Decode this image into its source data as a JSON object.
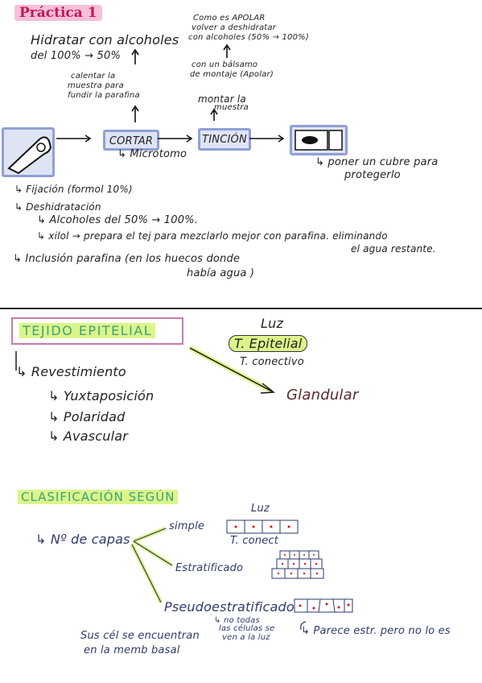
{
  "practica": {
    "title": "Práctica 1",
    "hidratar_1": "Hidratar con alcoholes",
    "hidratar_2": "del 100% → 50%",
    "calentar_1": "calentar la",
    "calentar_2": "muestra para",
    "calentar_3": "fundir la parafina",
    "como_1": "Como es APOLAR",
    "como_2": "volver a deshidratar",
    "como_3": "con alcoholes (50% → 100%)",
    "balsamo_1": "con un bálsamo",
    "balsamo_2": "de montaje (Apolar)",
    "montar_1": "montar la",
    "montar_2": "muestra",
    "cortar": "CORTAR",
    "tincion": "TINCIÓN",
    "microtomo": "↳ Microtomo",
    "cubre_1": "↳ poner un cubre para",
    "cubre_2": "protegerlo",
    "fijacion": "↳ Fijación (formol 10%)",
    "deshidratacion": "↳ Deshidratación",
    "alcoholes": "↳ Alcoholes  del 50% → 100%.",
    "xilol_1": "↳ xilol → prepara el tej para mezclarlo mejor con parafina. eliminando",
    "xilol_2": "el agua restante.",
    "inclusion_1": "↳ Inclusión parafina (en los huecos donde",
    "inclusion_2": "había agua )"
  },
  "epitelial": {
    "title": "TEJIDO EPITELIAL",
    "luz": "Luz",
    "t_epitelial": "T. Epitelial",
    "t_conectivo": "T. conectivo",
    "revestimiento": "↳ Revestimiento",
    "yuxtaposicion": "↳ Yuxtaposición",
    "polaridad": "↳ Polaridad",
    "avascular": "↳ Avascular",
    "glandular": "Glandular"
  },
  "clasificacion": {
    "title": "CLASIFICACIÓN SEGÚN",
    "capas": "↳ Nº de capas",
    "simple": "simple",
    "luz": "Luz",
    "t_conect": "T. conect",
    "estratificado": "Estratificado",
    "pseudo": "Pseudoestratificado",
    "no_todas_1": "↳ no todas",
    "no_todas_2": "las células se",
    "no_todas_3": "ven a la luz",
    "parece": "↳ Parece estr. pero no lo es",
    "sus_cel_1": "Sus cél se encuentran",
    "sus_cel_2": "en la memb basal"
  },
  "colors": {
    "pink": "#c2185b",
    "green_hl": "#dcf58a",
    "navy": "#2e3a6e",
    "teal": "#3aa37a"
  }
}
